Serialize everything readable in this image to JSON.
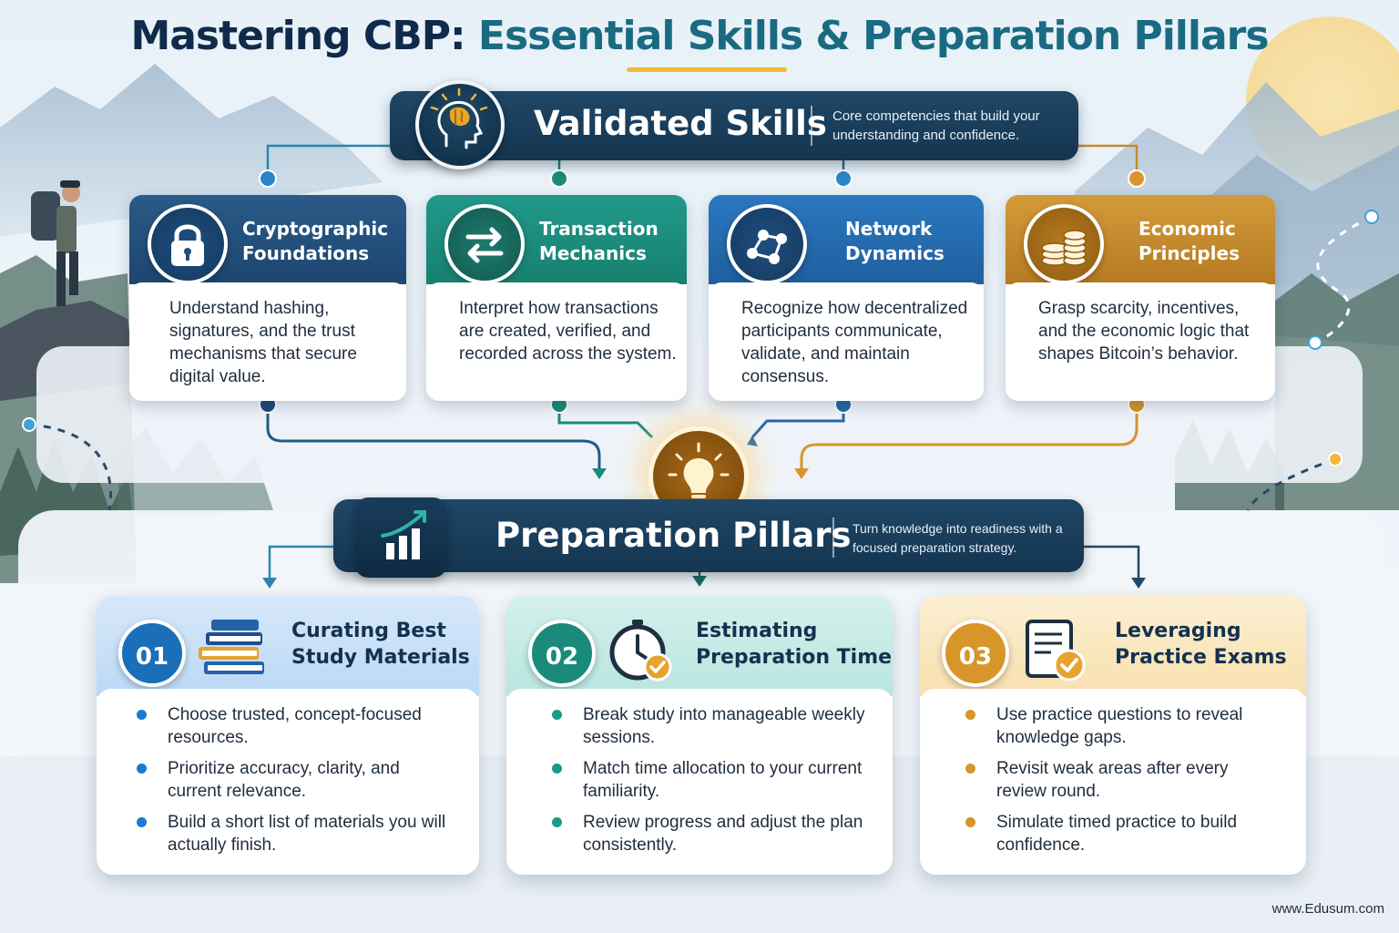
{
  "title": {
    "part1": "Mastering CBP:",
    "part2": "Essential Skills & Preparation Pillars"
  },
  "validated_skills": {
    "title": "Validated Skills",
    "description": "Core competencies that build your understanding and confidence.",
    "icon": "brain-head-icon",
    "cards": [
      {
        "title": "Cryptographic Foundations",
        "description": "Understand hashing, signatures, and the trust mechanisms that secure digital value.",
        "icon": "padlock-icon",
        "color": "#23507a"
      },
      {
        "title": "Transaction Mechanics",
        "description": "Interpret how transactions are created, verified, and recorded across the system.",
        "icon": "swap-arrows-icon",
        "color": "#1a8a7a"
      },
      {
        "title": "Network Dynamics",
        "description": "Recognize how decentralized participants communicate, validate, and maintain consensus.",
        "icon": "network-nodes-icon",
        "color": "#2468a8"
      },
      {
        "title": "Economic Principles",
        "description": "Grasp scarcity, incentives, and the economic logic that shapes Bitcoin’s behavior.",
        "icon": "coin-stack-icon",
        "color": "#c68a2a"
      }
    ]
  },
  "center_icon": "lightbulb-icon",
  "preparation_pillars": {
    "title": "Preparation Pillars",
    "description": "Turn knowledge into readiness with a focused preparation strategy.",
    "icon": "growth-chart-icon",
    "cards": [
      {
        "number": "01",
        "title": "Curating Best Study Materials",
        "icon": "books-icon",
        "color": "#1a6fb8",
        "bullets": [
          "Choose trusted, concept-focused resources.",
          "Prioritize accuracy, clarity, and current relevance.",
          "Build a short list of materials you will actually finish."
        ]
      },
      {
        "number": "02",
        "title": "Estimating Preparation Time",
        "icon": "clock-check-icon",
        "color": "#1a8a7a",
        "bullets": [
          "Break study into manageable weekly sessions.",
          "Match time allocation to your current familiarity.",
          "Review progress and adjust the plan consistently."
        ]
      },
      {
        "number": "03",
        "title": "Leveraging Practice Exams",
        "icon": "document-check-icon",
        "color": "#d8952a",
        "bullets": [
          "Use practice questions to reveal knowledge gaps.",
          "Revisit weak areas after every review round.",
          "Simulate timed practice to build confidence."
        ]
      }
    ]
  },
  "credit": "www.Edusum.com"
}
